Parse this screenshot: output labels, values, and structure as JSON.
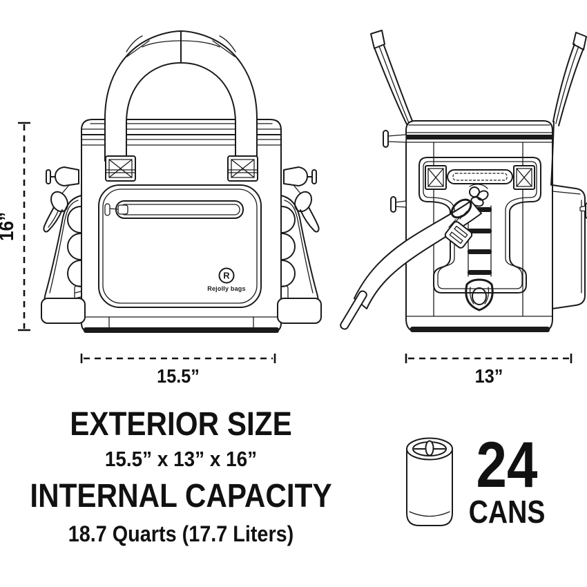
{
  "canvas": {
    "background": "#ffffff",
    "ink": "#111111"
  },
  "dimensions": {
    "height": "16”",
    "width": "15.5”",
    "depth": "13”"
  },
  "logo": {
    "mark": "R",
    "text": "Rejolly bags"
  },
  "specs": {
    "exterior_title": "EXTERIOR SIZE",
    "exterior_value": "15.5” x 13” x 16”",
    "capacity_title": "INTERNAL CAPACITY",
    "capacity_value": "18.7 Quarts (17.7 Liters)"
  },
  "cans": {
    "count": "24",
    "label": "CANS",
    "icon": "beverage-can-icon"
  }
}
